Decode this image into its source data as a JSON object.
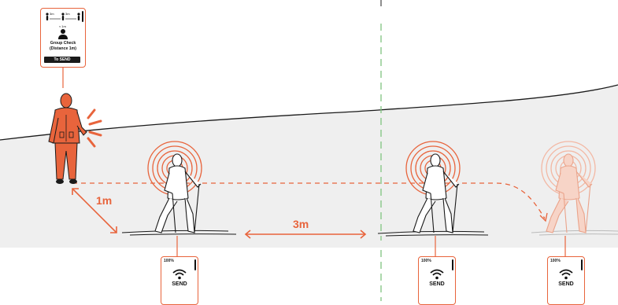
{
  "top_device": {
    "spacing_left": "3m",
    "spacing_right": "3m",
    "distance_marker": "≈ 1m",
    "title_line1": "Group Check",
    "title_line2": "(Distance 1m)",
    "button_label": "To SEND"
  },
  "bottom_devices": [
    {
      "battery": "100%",
      "label": "SEND"
    },
    {
      "battery": "100%",
      "label": "SEND"
    },
    {
      "battery": "100%",
      "label": "SEND"
    }
  ],
  "distance_labels": {
    "leader_gap": "1m",
    "walker_gap": "3m"
  },
  "colors": {
    "accent": "#e8643c",
    "ground": "#efefef",
    "outline": "#1a1a1a",
    "divider": "#7fc47f"
  }
}
